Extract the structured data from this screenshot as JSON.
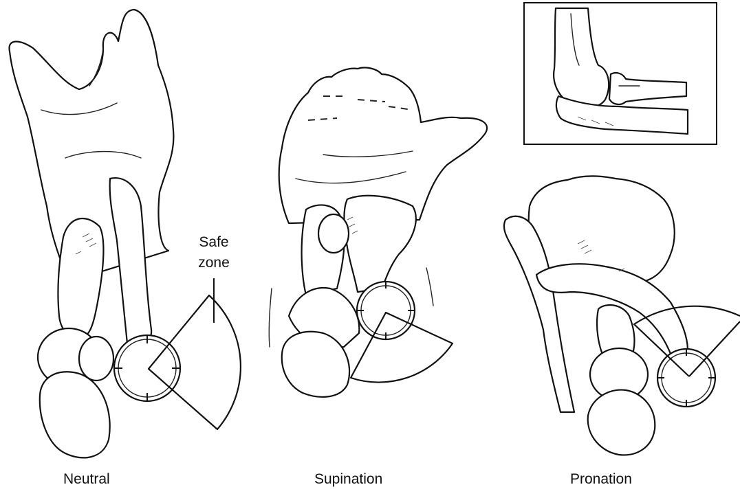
{
  "labels": {
    "neutral": "Neutral",
    "supination": "Supination",
    "pronation": "Pronation",
    "safe_zone_line1": "Safe",
    "safe_zone_line2": "zone"
  },
  "icons": [
    "neutral-hand-illustration",
    "supination-hand-illustration",
    "pronation-elbow-illustration",
    "elbow-inset-illustration",
    "safe-zone-wedge"
  ]
}
